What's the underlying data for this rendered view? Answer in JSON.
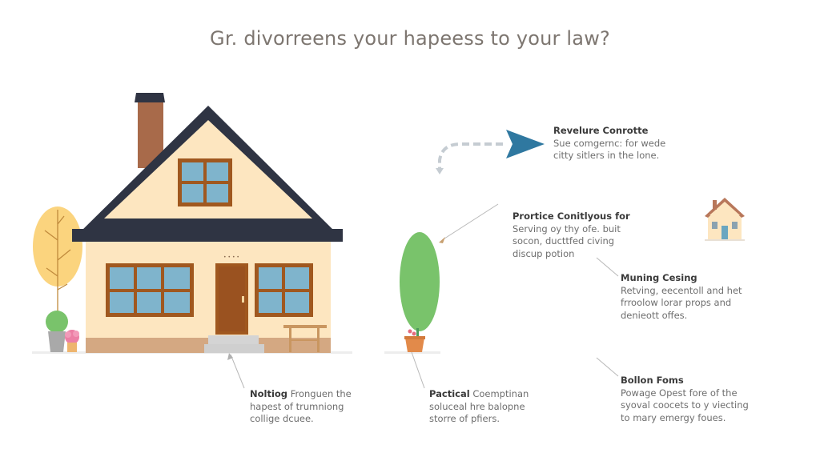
{
  "title": "Gr. divorreens your hapeess to your law?",
  "colors": {
    "roof": "#2f3443",
    "wall": "#fde6c0",
    "wood": "#a0581f",
    "glass": "#7fb4cc",
    "chimney": "#a86a4a",
    "base": "#d4a882",
    "step": "#d4d4d4",
    "tree_yellow": "#fbd47e",
    "tree_green": "#79c36b",
    "arrow_blue": "#2f78a0",
    "leader_line": "#b8b8b8"
  },
  "callouts": [
    {
      "id": "revelure",
      "heading": "Revelure Conrotte",
      "lines": [
        "Sue comgernc: for wede",
        "citty sitlers in the lone."
      ]
    },
    {
      "id": "prortice",
      "heading": "Prortice Conitlyous for",
      "lines": [
        "Serving oy thy ofe. buit",
        "socon, ducttfed civing",
        "discup potion"
      ]
    },
    {
      "id": "muning",
      "heading": "Muning Cesing",
      "lines": [
        "Retving, eecentoll and het",
        "frroolow lorar props and",
        "denieott offes."
      ]
    },
    {
      "id": "bollon",
      "heading": "Bollon Foms",
      "lines": [
        "Powage Opest fore of the",
        "syoval coocets to y viecting",
        "to mary emergy foues."
      ]
    },
    {
      "id": "noltiog",
      "heading": "Noltiog",
      "lead": "Fronguen the",
      "lines": [
        "hapest of trumniong",
        "collige dcuee."
      ]
    },
    {
      "id": "pactical",
      "heading": "Pactical",
      "lead": "Coemptinan",
      "lines": [
        "soluceal hre balopne",
        "storre of pfiers."
      ]
    }
  ],
  "house": {
    "door_number": "• • • •"
  }
}
